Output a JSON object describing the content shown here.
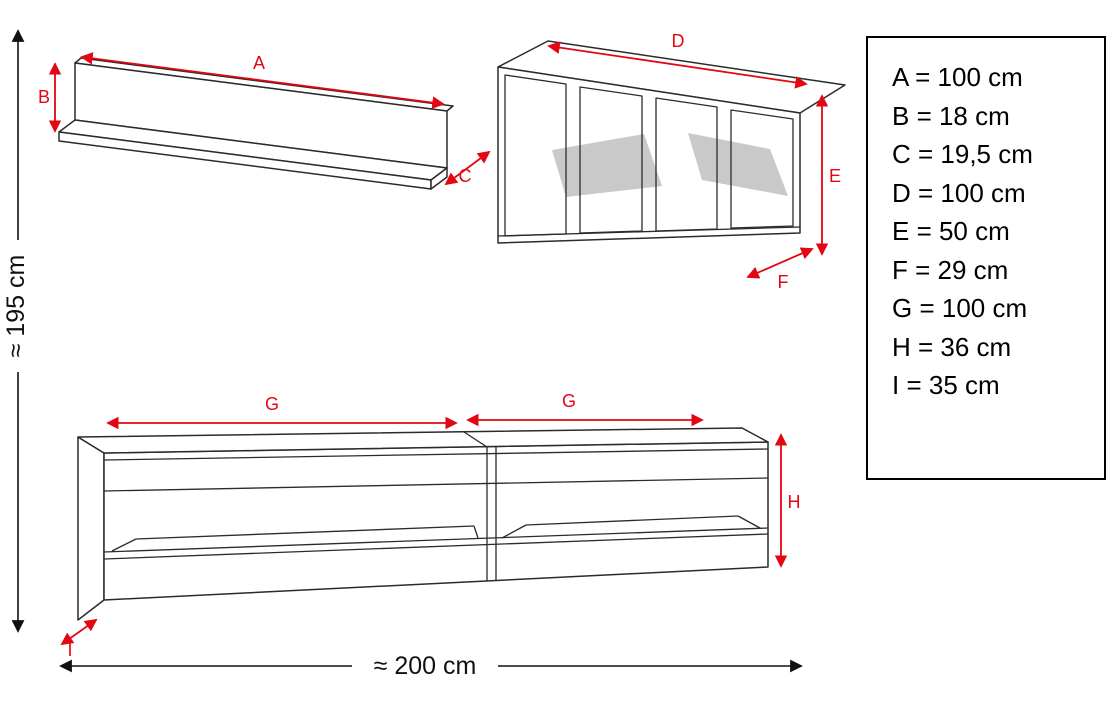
{
  "overall": {
    "height_label": "≈ 195 cm",
    "width_label": "≈ 200 cm"
  },
  "labels": {
    "A": "A",
    "B": "B",
    "C": "C",
    "D": "D",
    "E": "E",
    "F": "F",
    "G": "G",
    "H": "H",
    "I": "I"
  },
  "legend": {
    "items": [
      "A = 100 cm",
      "B = 18 cm",
      "C = 19,5 cm",
      "D = 100 cm",
      "E = 50 cm",
      "F = 29 cm",
      "G = 100 cm",
      "H = 36 cm",
      "I = 35 cm"
    ]
  },
  "colors": {
    "dimension_arrow": "#e30613",
    "outline": "#2b2b2b",
    "overall_dimension": "#111111",
    "glass_shelf": "#c9c9c9",
    "legend_border": "#000000",
    "background": "#ffffff"
  }
}
